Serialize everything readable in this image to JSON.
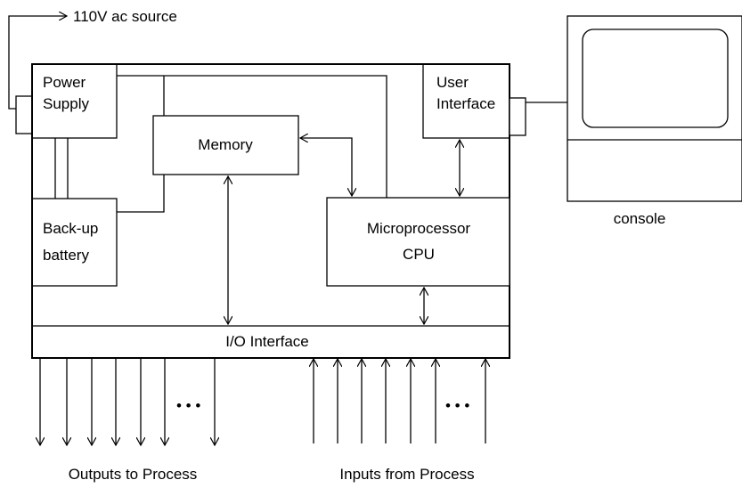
{
  "source_label": "110V ac source",
  "blocks": {
    "power_supply": [
      "Power",
      "Supply"
    ],
    "memory": "Memory",
    "user_interface": [
      "User",
      "Interface"
    ],
    "backup_battery": [
      "Back-up",
      "battery"
    ],
    "cpu": [
      "Microprocessor",
      "CPU"
    ],
    "io_interface": "I/O Interface"
  },
  "console_label": "console",
  "outputs_label": "Outputs to Process",
  "inputs_label": "Inputs from Process",
  "ellipsis": "• • •"
}
